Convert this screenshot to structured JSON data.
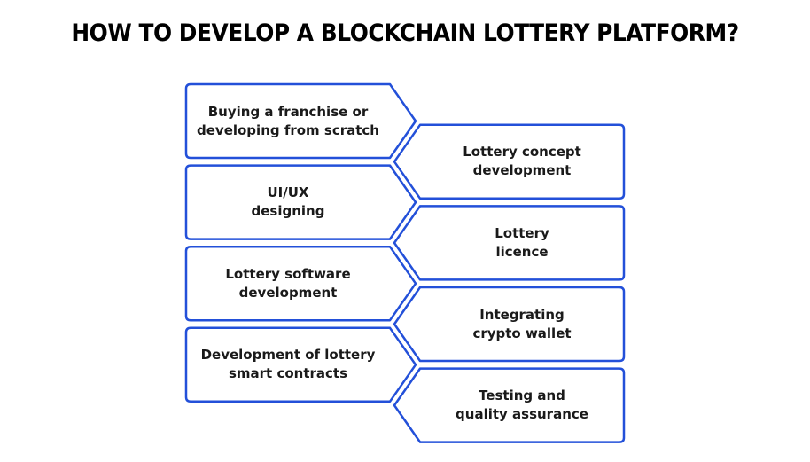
{
  "title": "HOW TO DEVELOP A BLOCKCHAIN LOTTERY PLATFORM?",
  "colors": {
    "outline": "#2350d9",
    "text": "#1a1a1a"
  },
  "steps": [
    {
      "label": "Buying a franchise or\ndeveloping from scratch",
      "side": "left"
    },
    {
      "label": "Lottery concept\ndevelopment",
      "side": "right"
    },
    {
      "label": "UI/UX\ndesigning",
      "side": "left"
    },
    {
      "label": "Lottery\nlicence",
      "side": "right"
    },
    {
      "label": "Lottery software\ndevelopment",
      "side": "left"
    },
    {
      "label": "Integrating\ncrypto wallet",
      "side": "right"
    },
    {
      "label": "Development of lottery\nsmart contracts",
      "side": "left"
    },
    {
      "label": "Testing and\nquality assurance",
      "side": "right"
    }
  ]
}
